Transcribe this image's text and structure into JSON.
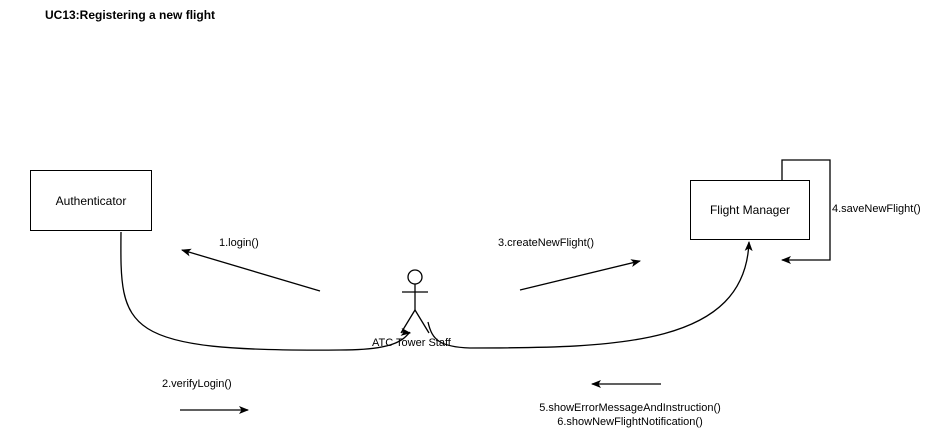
{
  "diagram": {
    "title": "UC13:Registering a new flight",
    "objects": {
      "authenticator": "Authenticator",
      "flight_manager": "Flight Manager",
      "actor": "ATC Tower Staff"
    },
    "messages": {
      "m1": "1.login()",
      "m2": "2.verifyLogin()",
      "m3": "3.createNewFlight()",
      "m4": "4.saveNewFlight()",
      "m5": "5.showErrorMessageAndInstruction()",
      "m6": "6.showNewFlightNotification()"
    }
  }
}
